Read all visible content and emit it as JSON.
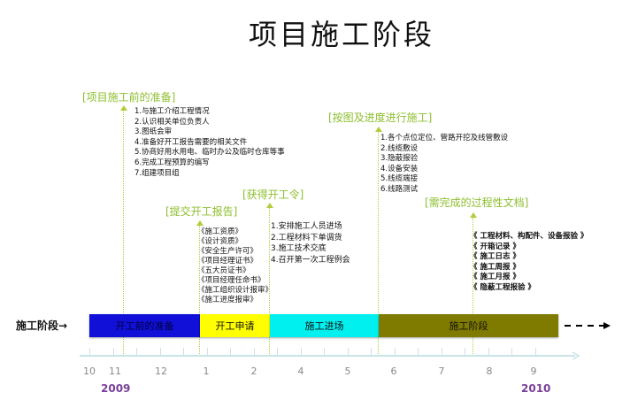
{
  "title": "项目施工阶段",
  "stage_label": "施工阶段→",
  "groups": [
    {
      "label": "[项目施工前的准备]",
      "items": [
        "1.与施工介绍工程情况",
        "2.认识相关单位负责人",
        "3.图纸会审",
        "4.准备好开工报告需要的相关文件",
        "5.协商好用水用电、临时办公及临时仓库等事",
        "6.完成工程预算的编写",
        "7.组建项目组"
      ]
    },
    {
      "label": "[提交开工报告]",
      "items": [
        "《施工资质》",
        "《设计资质》",
        "《安全生产许可》",
        "《项目经理证书》",
        "《五大员证书》",
        "《项目经理任命书》",
        "《施工组织设计报审》",
        "《施工进度报审》"
      ]
    },
    {
      "label": "[获得开工令]",
      "items": [
        "1.安排施工人员进场",
        "2.工程材料下单调货",
        "3.施工技术交底",
        "4.召开第一次工程例会"
      ]
    },
    {
      "label": "[按图及进度进行施工]",
      "items": [
        "1.各个点位定位、管路开挖及线管敷设",
        "2.线缆敷设",
        "3.隐蔽报验",
        "4.设备安装",
        "5.线缆端接",
        "6.线路测试"
      ]
    },
    {
      "label": "[需完成的过程性文档]",
      "items": [
        "《 工程材料、构配件、设备报验 》",
        "《 开箱记录 》",
        "《 施工日志 》",
        "《 施工周报 》",
        "《 施工月报 》",
        "《 隐蔽工程报验 》"
      ]
    }
  ],
  "phases": [
    {
      "label": "开工前的准备",
      "color": "#1010d8"
    },
    {
      "label": "开工申请",
      "color": "#ffff00"
    },
    {
      "label": "施工进场",
      "color": "#00f0f0"
    },
    {
      "label": "施工阶段",
      "color": "#7f7a00"
    }
  ],
  "months": [
    "10",
    "11",
    "12",
    "1",
    "2",
    "4",
    "5",
    "6",
    "7",
    "8",
    "9"
  ],
  "years": [
    "2009",
    "2010"
  ],
  "colors": {
    "label_green": "#8dbf2e",
    "year_purple": "#7a3f98"
  }
}
